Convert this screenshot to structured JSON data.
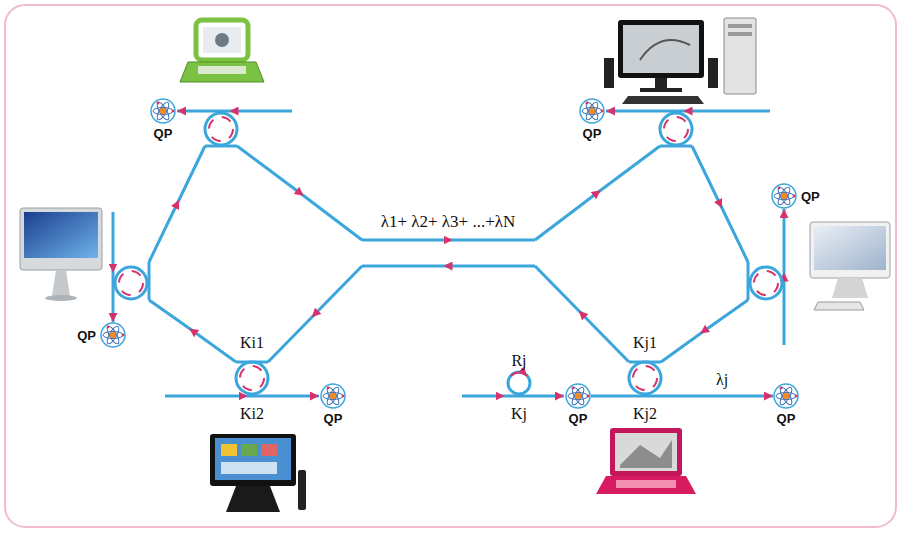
{
  "diagram": {
    "nodes": [
      {
        "text": [
          "QP"
        ]
      },
      {
        "text": [
          "QP"
        ]
      },
      {
        "text": [
          "QP"
        ]
      },
      {
        "text": [
          "QP"
        ]
      },
      {
        "text": [
          "QP"
        ]
      },
      {
        "text": [
          "QP"
        ]
      },
      {
        "text": [
          "QP"
        ]
      }
    ],
    "edges": [
      {
        "from": 5,
        "to": 6,
        "label": "λj",
        "arrow": "to"
      }
    ],
    "labels": [
      "λ1+ λ2+ λ3+ ...+λN",
      "Ki1",
      "Ki2",
      "Rj",
      "Kj",
      "Kj1",
      "Kj2"
    ]
  }
}
